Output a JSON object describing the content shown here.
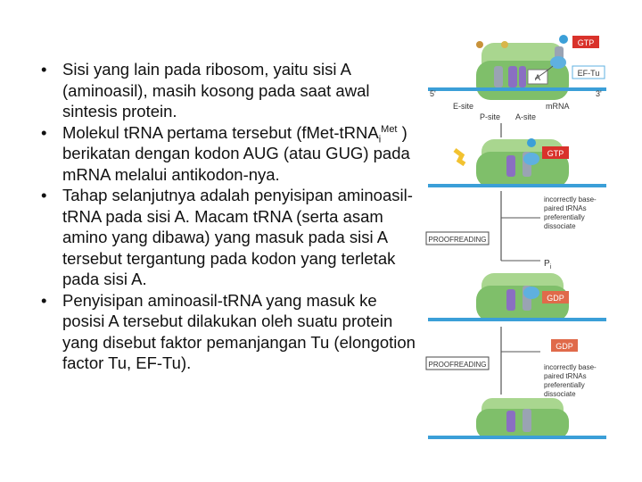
{
  "bullets": [
    "Sisi yang lain pada ribosom, yaitu sisi A (aminoasil), masih kosong pada saat awal sintesis protein.",
    {
      "pre": "Molekul tRNA pertama tersebut (fMet-tRNA",
      "sub": "i",
      "sup": "Met",
      "post": " ) berikatan dengan kodon AUG (atau GUG) pada mRNA melalui antikodon-nya."
    },
    "Tahap selanjutnya adalah penyisipan aminoasil-tRNA pada sisi A. Macam tRNA (serta asam amino yang dibawa) yang masuk pada sisi A tersebut tergantung pada kodon yang terletak pada sisi A.",
    "Penyisipan aminoasil-tRNA yang masuk ke posisi A tersebut dilakukan oleh suatu protein yang disebut faktor pemanjangan Tu (elongotion factor Tu, EF-Tu)."
  ],
  "figure": {
    "labels": {
      "gtp_top": "GTP",
      "ef_tu": "EF-Tu",
      "five_prime": "5'",
      "three_prime": "3'",
      "a_box": "A",
      "e_site": "E-site",
      "p_site": "P-site",
      "a_site": "A-site",
      "mrna": "mRNA",
      "gtp_mid": "GTP",
      "incorrect_1": [
        "incorrectly base-",
        "paired tRNAs",
        "preferentially",
        "dissociate"
      ],
      "proofreading_1": "PROOFREADING",
      "pi": "P",
      "pi_sub": "i",
      "gdp_1": "GDP",
      "gdp_2": "GDP",
      "proofreading_2": "PROOFREADING",
      "incorrect_2": [
        "incorrectly base-",
        "paired tRNAs",
        "preferentially",
        "dissociate"
      ]
    },
    "colors": {
      "ribosome": "#7fbf6a",
      "ribosome_light": "#a9d68f",
      "mrna": "#3b9fd8",
      "trna_grey": "#9aa3b3",
      "trna_purple": "#8a6fc2",
      "gtp_box": "#d9322b",
      "gdp_box": "#e06a4a",
      "ef_tu": "#5fb0e0",
      "amino_yellow": "#f2c230",
      "proof_box": "#4a4a4a"
    }
  }
}
